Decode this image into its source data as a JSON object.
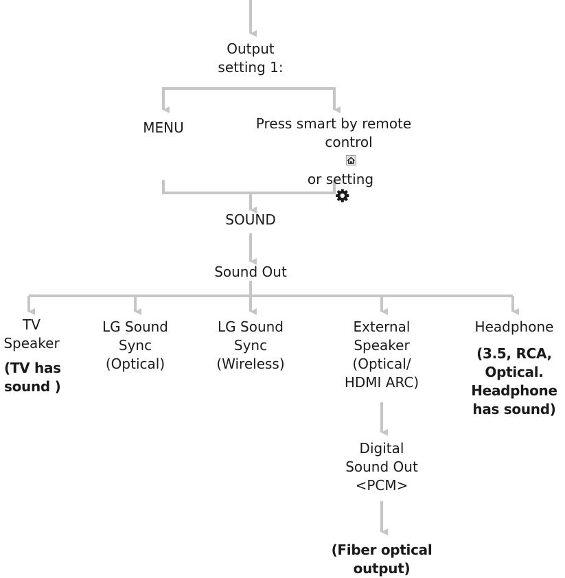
{
  "connector_color": "#c6c6c6",
  "text_color": "#1a1a1a",
  "nodes": {
    "output_setting": [
      "Output",
      "setting 1:"
    ],
    "menu": [
      "MENU"
    ],
    "press_smart": [
      "Press smart by remote",
      "control",
      "or setting"
    ],
    "sound": [
      "SOUND"
    ],
    "sound_out": [
      "Sound Out"
    ],
    "tv_speaker": [
      "TV",
      "Speaker"
    ],
    "tv_speaker_note": [
      "(TV has",
      "sound )"
    ],
    "lg_optical": [
      "LG Sound",
      "Sync",
      "(Optical)"
    ],
    "lg_wireless": [
      "LG Sound",
      "Sync",
      "(Wireless)"
    ],
    "external_speaker": [
      "External",
      "Speaker",
      "(Optical/",
      "HDMI ARC)"
    ],
    "headphone": [
      "Headphone"
    ],
    "headphone_note": [
      "(3.5, RCA,",
      "Optical.",
      "Headphone",
      "has sound)"
    ],
    "digital_sound_out": [
      "Digital",
      "Sound Out",
      "<PCM>"
    ],
    "fiber_note": [
      "(Fiber optical",
      "output)"
    ]
  },
  "icons": {
    "remote": "home-icon",
    "setting": "gear-icon"
  }
}
